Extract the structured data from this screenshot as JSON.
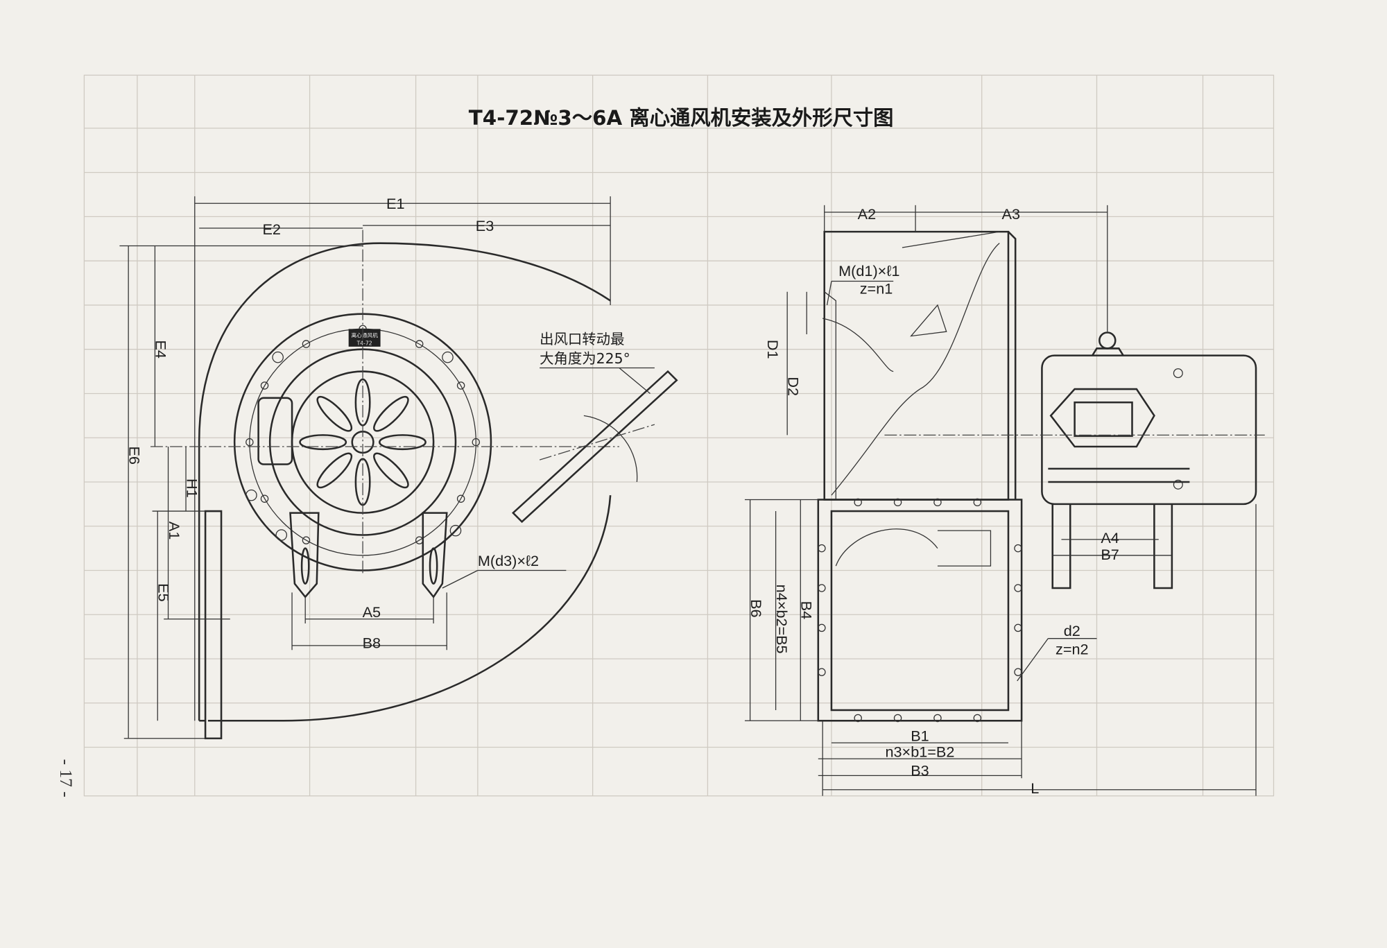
{
  "title": "T4-72№3～6A 离心通风机安装及外形尺寸图",
  "page_number": "- 17 -",
  "nameplate": {
    "line1": "离心通风机",
    "line2": "T4-72"
  },
  "notes": {
    "outlet_rotation_line1": "出风口转动最",
    "outlet_rotation_line2": "大角度为225°",
    "bolt_left": "M(d3)×ℓ2",
    "bolt_right": "M(d1)×ℓ1",
    "bolt_right_count": "z=n1",
    "hole": "d2",
    "hole_count": "z=n2"
  },
  "side_view_dims": {
    "E1": "E1",
    "E2": "E2",
    "E3": "E3",
    "E4": "E4",
    "E5": "E5",
    "E6": "E6",
    "H1": "H1",
    "A1": "A1",
    "A5": "A5",
    "B8": "B8"
  },
  "front_view_dims": {
    "A2": "A2",
    "A3": "A3",
    "D1": "D1",
    "D2": "D2",
    "B6": "B6",
    "B5": "n4×b2=B5",
    "B4": "B4",
    "A4": "A4",
    "B7": "B7",
    "B1": "B1",
    "B2": "n3×b1=B2",
    "B3": "B3",
    "L": "L"
  }
}
